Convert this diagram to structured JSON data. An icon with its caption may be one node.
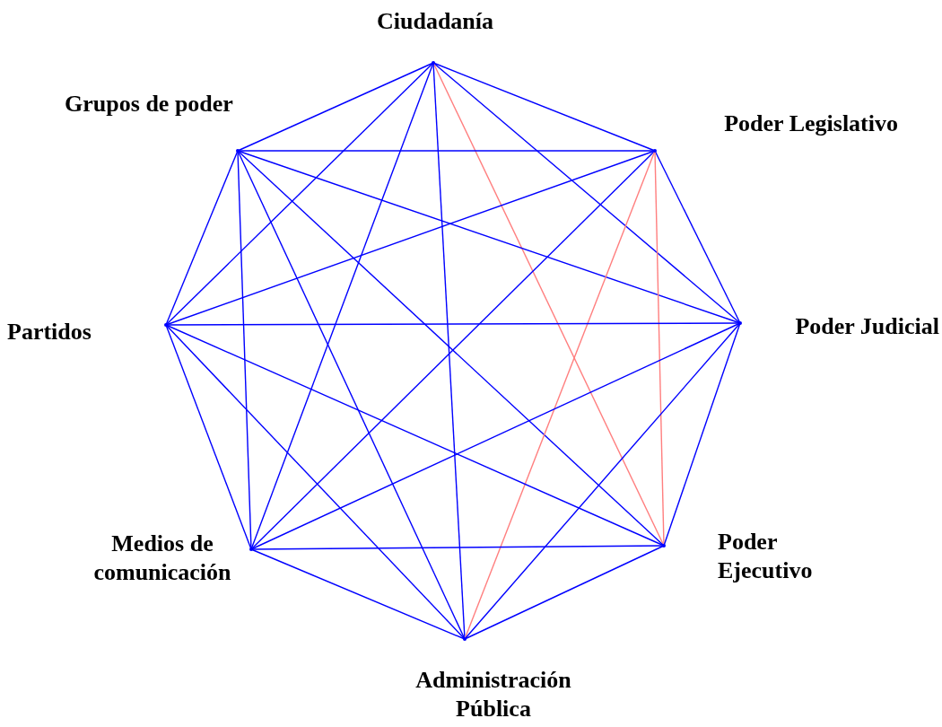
{
  "diagram": {
    "nodes": [
      {
        "text": [
          "Ciudadanía"
        ]
      },
      {
        "text": [
          "Grupos de poder"
        ]
      },
      {
        "text": [
          "Poder Legislativo"
        ]
      },
      {
        "text": [
          "Partidos"
        ]
      },
      {
        "text": [
          "Poder Judicial"
        ]
      },
      {
        "text": [
          "Medios de comunicación"
        ]
      },
      {
        "text": [
          "Poder Ejecutivo"
        ]
      },
      {
        "text": [
          "Administración Pública"
        ]
      }
    ],
    "edges": [
      {
        "from": 0,
        "to": 1,
        "arrow": "none"
      },
      {
        "from": 0,
        "to": 2,
        "arrow": "none"
      },
      {
        "from": 0,
        "to": 3,
        "arrow": "none"
      },
      {
        "from": 0,
        "to": 4,
        "arrow": "none"
      },
      {
        "from": 0,
        "to": 5,
        "arrow": "none"
      },
      {
        "from": 0,
        "to": 6,
        "arrow": "none",
        "color": "#ff7f7f"
      },
      {
        "from": 0,
        "to": 7,
        "arrow": "none"
      },
      {
        "from": 1,
        "to": 2,
        "arrow": "none"
      },
      {
        "from": 1,
        "to": 3,
        "arrow": "none"
      },
      {
        "from": 1,
        "to": 4,
        "arrow": "none"
      },
      {
        "from": 1,
        "to": 5,
        "arrow": "none"
      },
      {
        "from": 1,
        "to": 6,
        "arrow": "none"
      },
      {
        "from": 1,
        "to": 7,
        "arrow": "none"
      },
      {
        "from": 2,
        "to": 3,
        "arrow": "none"
      },
      {
        "from": 2,
        "to": 4,
        "arrow": "none"
      },
      {
        "from": 2,
        "to": 5,
        "arrow": "none"
      },
      {
        "from": 2,
        "to": 6,
        "arrow": "none",
        "color": "#ff7f7f"
      },
      {
        "from": 2,
        "to": 7,
        "arrow": "none",
        "color": "#ff7f7f"
      },
      {
        "from": 3,
        "to": 4,
        "arrow": "none"
      },
      {
        "from": 3,
        "to": 5,
        "arrow": "none"
      },
      {
        "from": 3,
        "to": 6,
        "arrow": "none"
      },
      {
        "from": 3,
        "to": 7,
        "arrow": "none"
      },
      {
        "from": 4,
        "to": 5,
        "arrow": "none"
      },
      {
        "from": 4,
        "to": 6,
        "arrow": "none"
      },
      {
        "from": 4,
        "to": 7,
        "arrow": "none"
      },
      {
        "from": 5,
        "to": 6,
        "arrow": "none"
      },
      {
        "from": 5,
        "to": 7,
        "arrow": "none"
      },
      {
        "from": 6,
        "to": 7,
        "arrow": "none"
      }
    ]
  }
}
